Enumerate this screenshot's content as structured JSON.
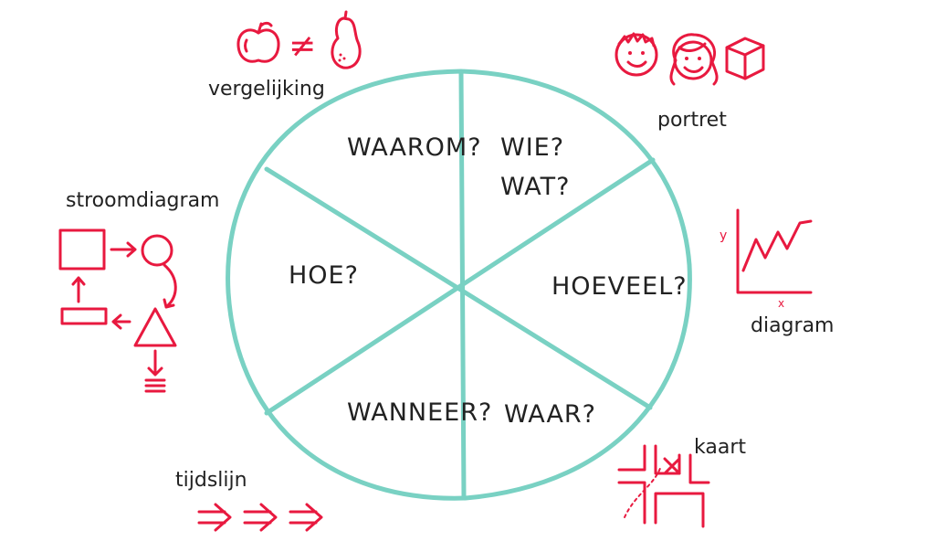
{
  "wheel": {
    "questions": {
      "waarom": "WAAROM?",
      "wie": "WIE?",
      "wat": "WAT?",
      "hoeveel": "HOEVEEL?",
      "waar": "WAAR?",
      "wanneer": "WANNEER?",
      "hoe": "HOE?"
    }
  },
  "labels": {
    "vergelijking": "vergelijking",
    "portret": "portret",
    "stroomdiagram": "stroomdiagram",
    "diagram": "diagram",
    "kaart": "kaart",
    "tijdslijn": "tijdslijn",
    "axis_y": "y",
    "axis_x": "x",
    "not_equal": "≠"
  },
  "colors": {
    "circle": "#79d1c3",
    "icons": "#e8193f",
    "text": "#222222"
  }
}
